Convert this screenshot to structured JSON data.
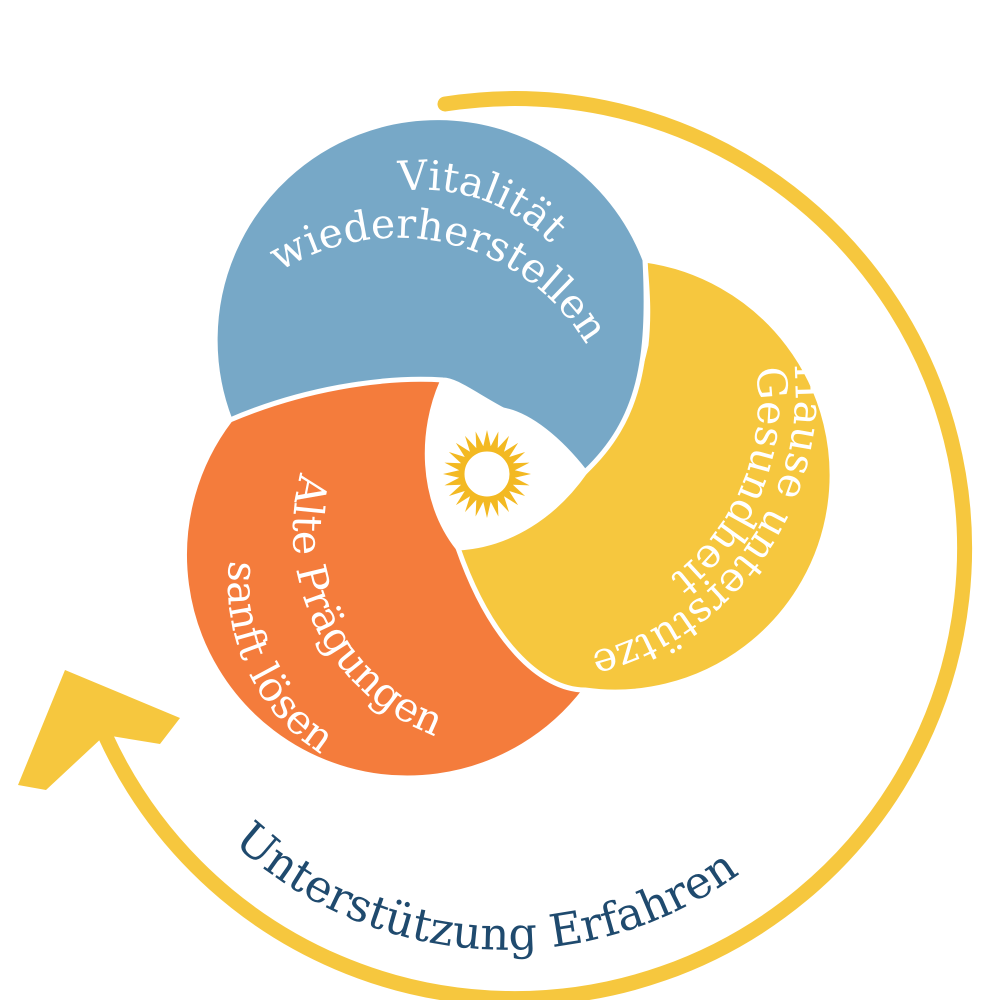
{
  "lobes": {
    "top": {
      "line1": "Vitalität",
      "line2": "wiederherstellen"
    },
    "right": {
      "line1": "Gesundheit",
      "line2": "zu Hause unterstützen"
    },
    "left": {
      "line1": "Alte Prägungen",
      "line2": "sanft lösen"
    }
  },
  "ring": {
    "label": "Unterstützung Erfahren"
  },
  "icons": {
    "center": "sun-icon"
  },
  "colors": {
    "blue": "#77A8C7",
    "yellow": "#F6C73E",
    "orange": "#F47C3C",
    "arrow": "#F6C73E",
    "ring_text": "#1F4A6E",
    "sun": "#F3B922"
  }
}
